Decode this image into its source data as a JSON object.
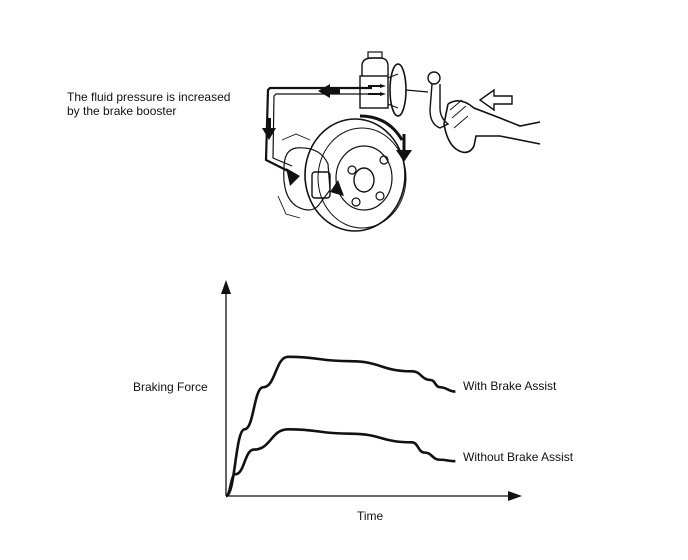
{
  "illustration": {
    "caption_line1": "The fluid pressure is increased",
    "caption_line2": "by the brake booster"
  },
  "chart_data": {
    "type": "line",
    "title": "",
    "xlabel": "Time",
    "ylabel": "Braking Force",
    "grid": false,
    "series": [
      {
        "name": "With Brake Assist",
        "x": [
          0,
          0.06,
          0.12,
          0.2,
          0.4,
          0.6,
          0.66,
          0.69,
          0.74
        ],
        "y": [
          0,
          0.46,
          0.75,
          0.96,
          0.93,
          0.86,
          0.8,
          0.75,
          0.72
        ]
      },
      {
        "name": "Without Brake Assist",
        "x": [
          0,
          0.03,
          0.09,
          0.2,
          0.4,
          0.6,
          0.64,
          0.69,
          0.74
        ],
        "y": [
          0,
          0.15,
          0.32,
          0.46,
          0.43,
          0.37,
          0.3,
          0.25,
          0.24
        ]
      }
    ]
  }
}
